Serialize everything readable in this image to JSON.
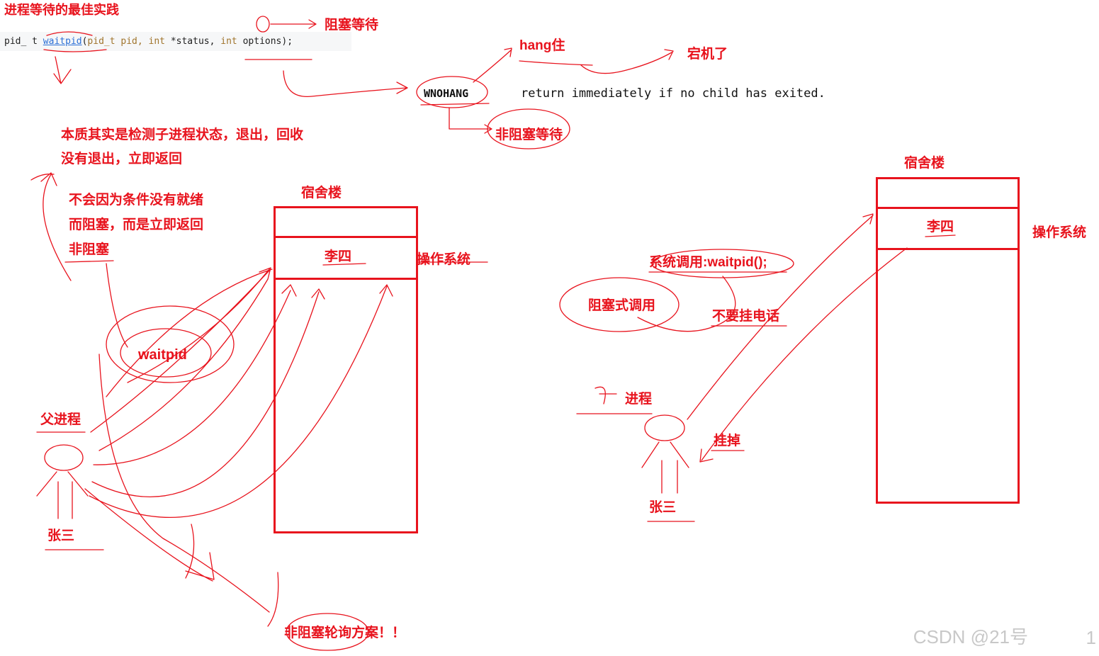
{
  "title": "进程等待的最佳实践",
  "code": {
    "prefix": "pid_ t ",
    "fn": "waitpid",
    "paren": "(",
    "arg1": "pid_t pid, ",
    "int1": "int",
    "arg2": " *status, ",
    "int2": "int",
    "arg3": " options);"
  },
  "top_notes": {
    "blocking_wait": "阻塞等待",
    "hang": "hang住",
    "crash": "宕机了",
    "wnohang": "WNOHANG",
    "wnohang_desc": "return immediately if no child has exited.",
    "nonblocking_wait": "非阻塞等待"
  },
  "left_notes": {
    "essence_line1": "本质其实是检测子进程状态，退出，回收",
    "essence_line2": "没有退出，立即返回",
    "explain_line1": "不会因为条件没有就绪",
    "explain_line2": "而阻塞，而是立即返回",
    "explain_line3": "非阻塞"
  },
  "left_scene": {
    "dorm": "宿舍楼",
    "person_inside": "李四",
    "os": "操作系统",
    "call": "waitpid",
    "parent_process": "父进程",
    "person_outside": "张三",
    "polling": "非阻塞轮询方案！！"
  },
  "right_scene": {
    "dorm": "宿舍楼",
    "person_inside": "李四",
    "os": "操作系统",
    "syscall": "系统调用:waitpid();",
    "blocking_call": "阻塞式调用",
    "dont_hang_up": "不要挂电话",
    "process": "进程",
    "hang_up": "挂掉",
    "person_outside": "张三"
  },
  "watermark": {
    "text": "CSDN @21号",
    "page_num": "1"
  },
  "colors": {
    "ink": "#e8131d",
    "code_bg": "#f6f7f8"
  }
}
